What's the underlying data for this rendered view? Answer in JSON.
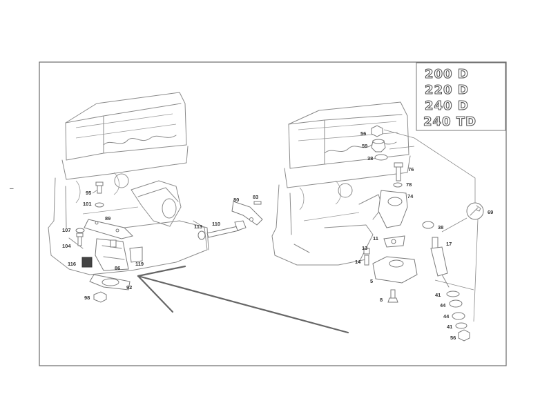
{
  "models": [
    "200 D",
    "220 D",
    "240 D",
    "240 TD"
  ],
  "stray_mark": "–",
  "callouts": {
    "c95": "95",
    "c101": "101",
    "c89": "89",
    "c107": "107",
    "c104": "104",
    "c116": "116",
    "c86": "86",
    "c119": "119",
    "c92": "92",
    "c98": "98",
    "c113": "113",
    "c110": "110",
    "c80": "80",
    "c83": "83",
    "c56a": "56",
    "c59": "59",
    "c38a": "38",
    "c76": "76",
    "c78": "78",
    "c74": "74",
    "c69": "69",
    "c38b": "38",
    "c11": "11",
    "c17": "17",
    "c14": "14",
    "c13": "13",
    "c5": "5",
    "c8": "8",
    "c41a": "41",
    "c44a": "44",
    "c44b": "44",
    "c41b": "41",
    "c56b": "56"
  }
}
